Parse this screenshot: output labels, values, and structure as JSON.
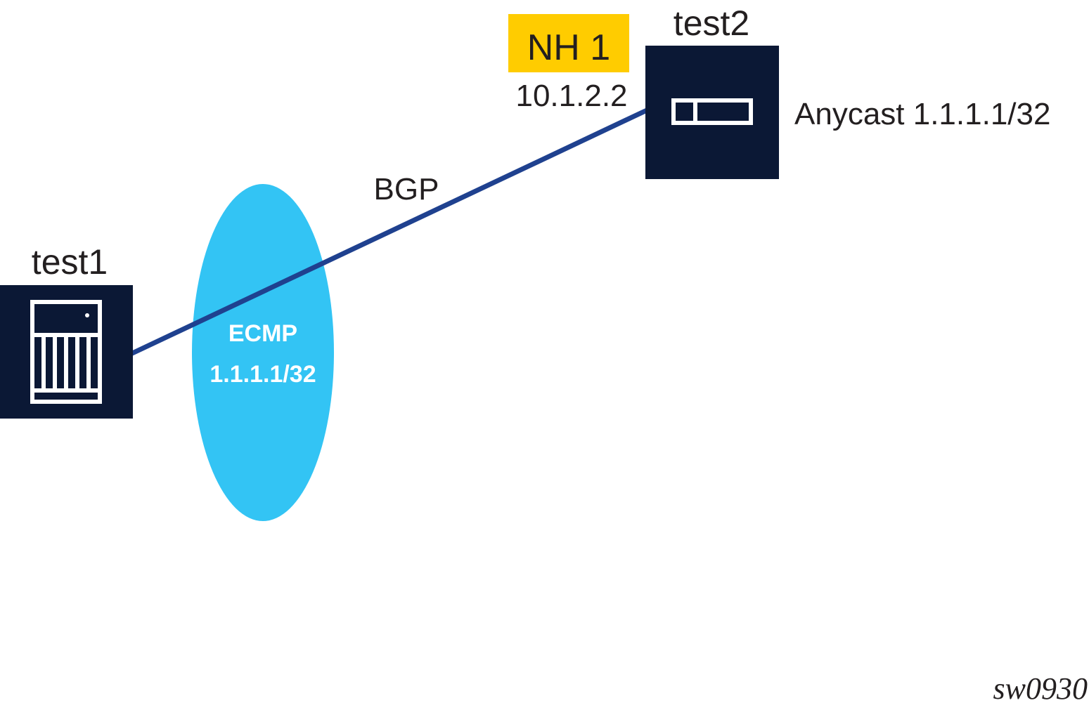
{
  "nodes": {
    "test1": {
      "label": "test1",
      "icon": "chassis-router-icon"
    },
    "test2": {
      "label": "test2",
      "icon": "compact-router-icon",
      "anycast": "Anycast 1.1.1.1/32"
    }
  },
  "link": {
    "label": "BGP"
  },
  "next_hop": {
    "badge": "NH 1",
    "address": "10.1.2.2"
  },
  "ecmp": {
    "title": "ECMP",
    "prefix": "1.1.1.1/32"
  },
  "figure_id": "sw0930",
  "colors": {
    "node": "#0b1835",
    "link": "#1f418f",
    "ecmp": "#33c4f4",
    "badge": "#ffcc00"
  }
}
